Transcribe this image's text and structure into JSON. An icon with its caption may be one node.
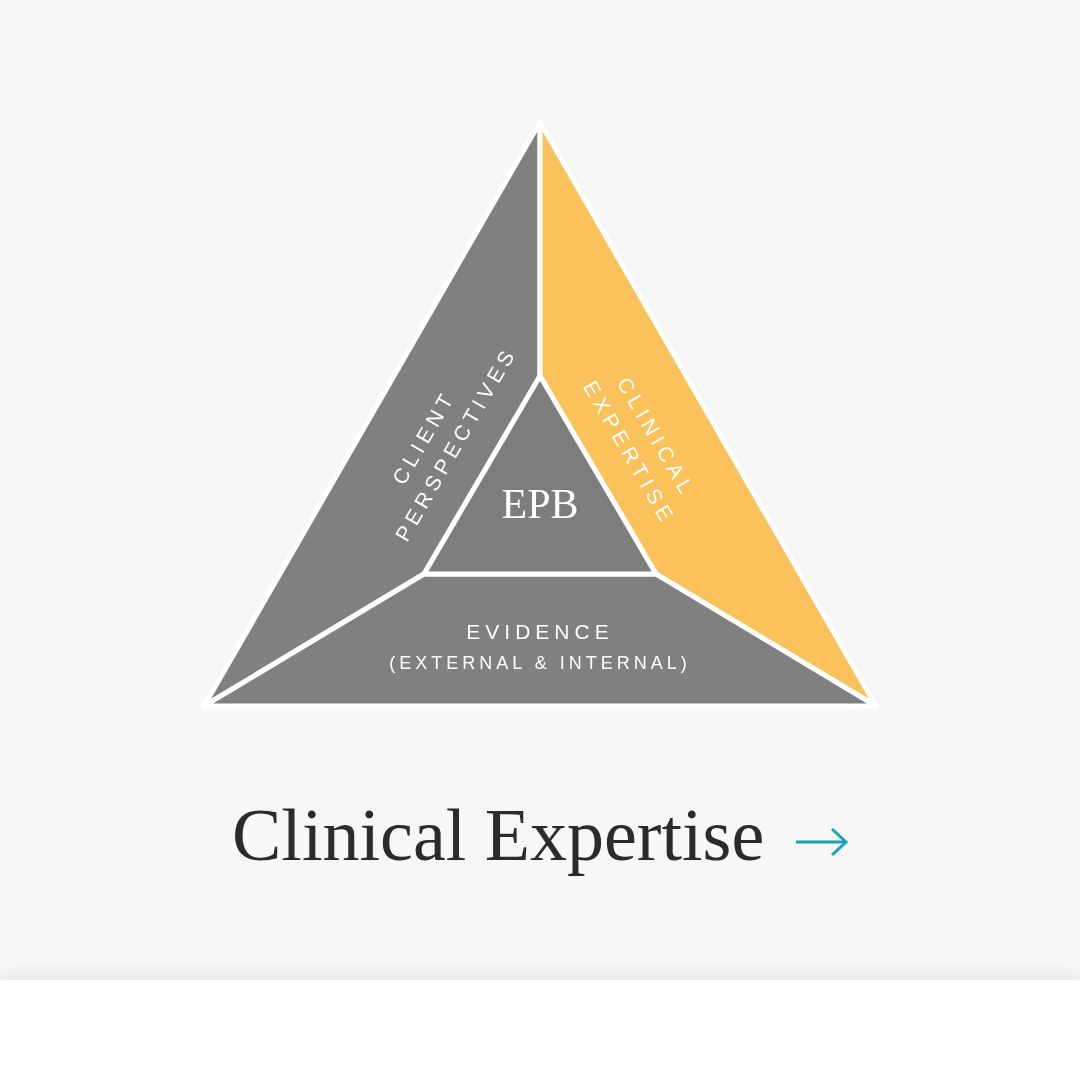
{
  "diagram": {
    "title": "Clinical Expertise",
    "nodes": [
      {
        "text": [
          "CLIENT PERSPECTIVES"
        ]
      },
      {
        "text": [
          "CLINICAL EXPERTISE"
        ]
      },
      {
        "text": [
          "EVIDENCE",
          "(EXTERNAL & INTERNAL)"
        ]
      },
      {
        "text": [
          "EPB"
        ]
      }
    ]
  }
}
